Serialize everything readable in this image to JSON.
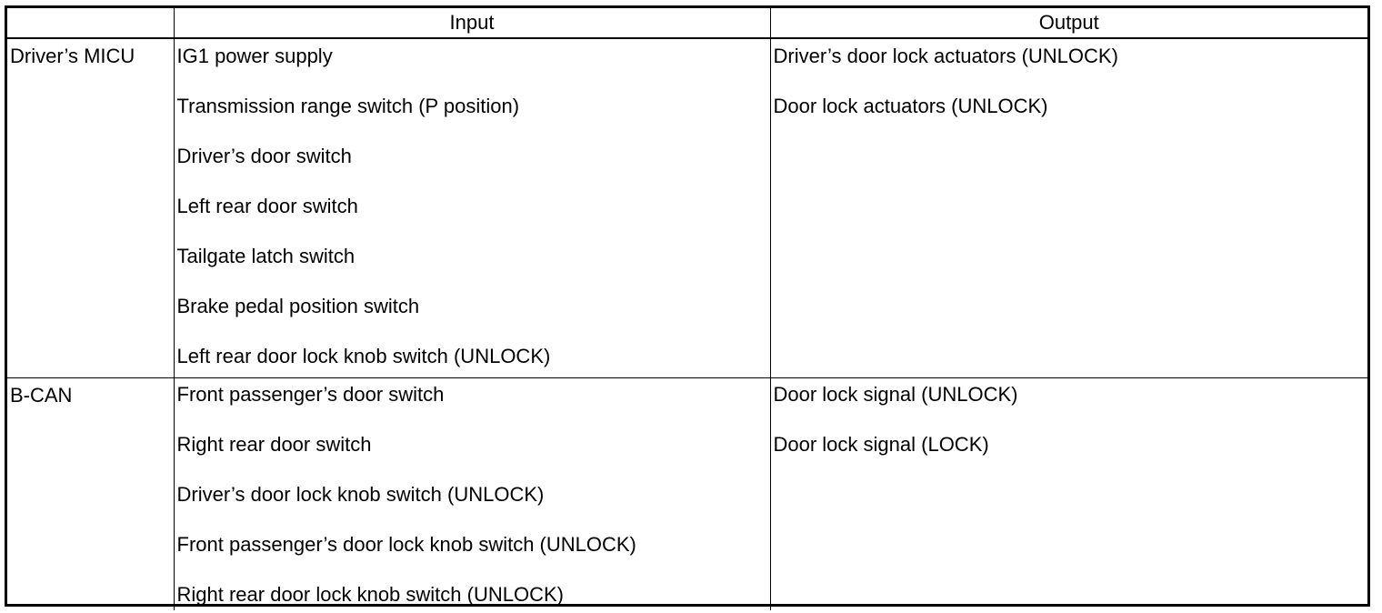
{
  "table": {
    "headers": [
      "",
      "Input",
      "Output"
    ],
    "rows": [
      {
        "label": "Driver’s MICU",
        "inputs": [
          "IG1 power supply",
          "Transmission range switch (P position)",
          "Driver’s door switch",
          "Left rear door switch",
          "Tailgate latch switch",
          "Brake pedal position switch",
          "Left rear door lock knob switch (UNLOCK)"
        ],
        "outputs": [
          "Driver’s door lock actuators (UNLOCK)",
          "Door lock actuators (UNLOCK)"
        ]
      },
      {
        "label": "B-CAN",
        "inputs": [
          "Front passenger’s door switch",
          "Right rear door switch",
          "Driver’s door lock knob switch (UNLOCK)",
          "Front passenger’s door lock knob switch (UNLOCK)",
          "Right rear door lock knob switch (UNLOCK)"
        ],
        "outputs": [
          "Door lock signal (UNLOCK)",
          "Door lock signal (LOCK)"
        ]
      }
    ]
  }
}
